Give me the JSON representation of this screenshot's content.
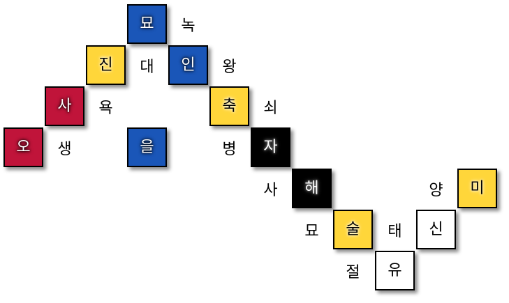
{
  "tiles": {
    "myo": "묘",
    "jin": "진",
    "in": "인",
    "sa": "사",
    "chuk": "축",
    "o": "오",
    "eul": "을",
    "ja": "자",
    "hae": "해",
    "mi": "미",
    "sul": "술",
    "sin": "신",
    "yu": "유"
  },
  "labels": {
    "nok": "녹",
    "dae": "대",
    "wang": "왕",
    "yok": "욕",
    "soe": "쇠",
    "saeng": "생",
    "byeong": "병",
    "sa": "사",
    "yang": "양",
    "myo": "묘",
    "tae": "태",
    "jeol": "절"
  },
  "colors": {
    "blue": "#1a56b8",
    "yellow": "#ffd63a",
    "red": "#c0143a",
    "black": "#000000",
    "white": "#ffffff"
  }
}
